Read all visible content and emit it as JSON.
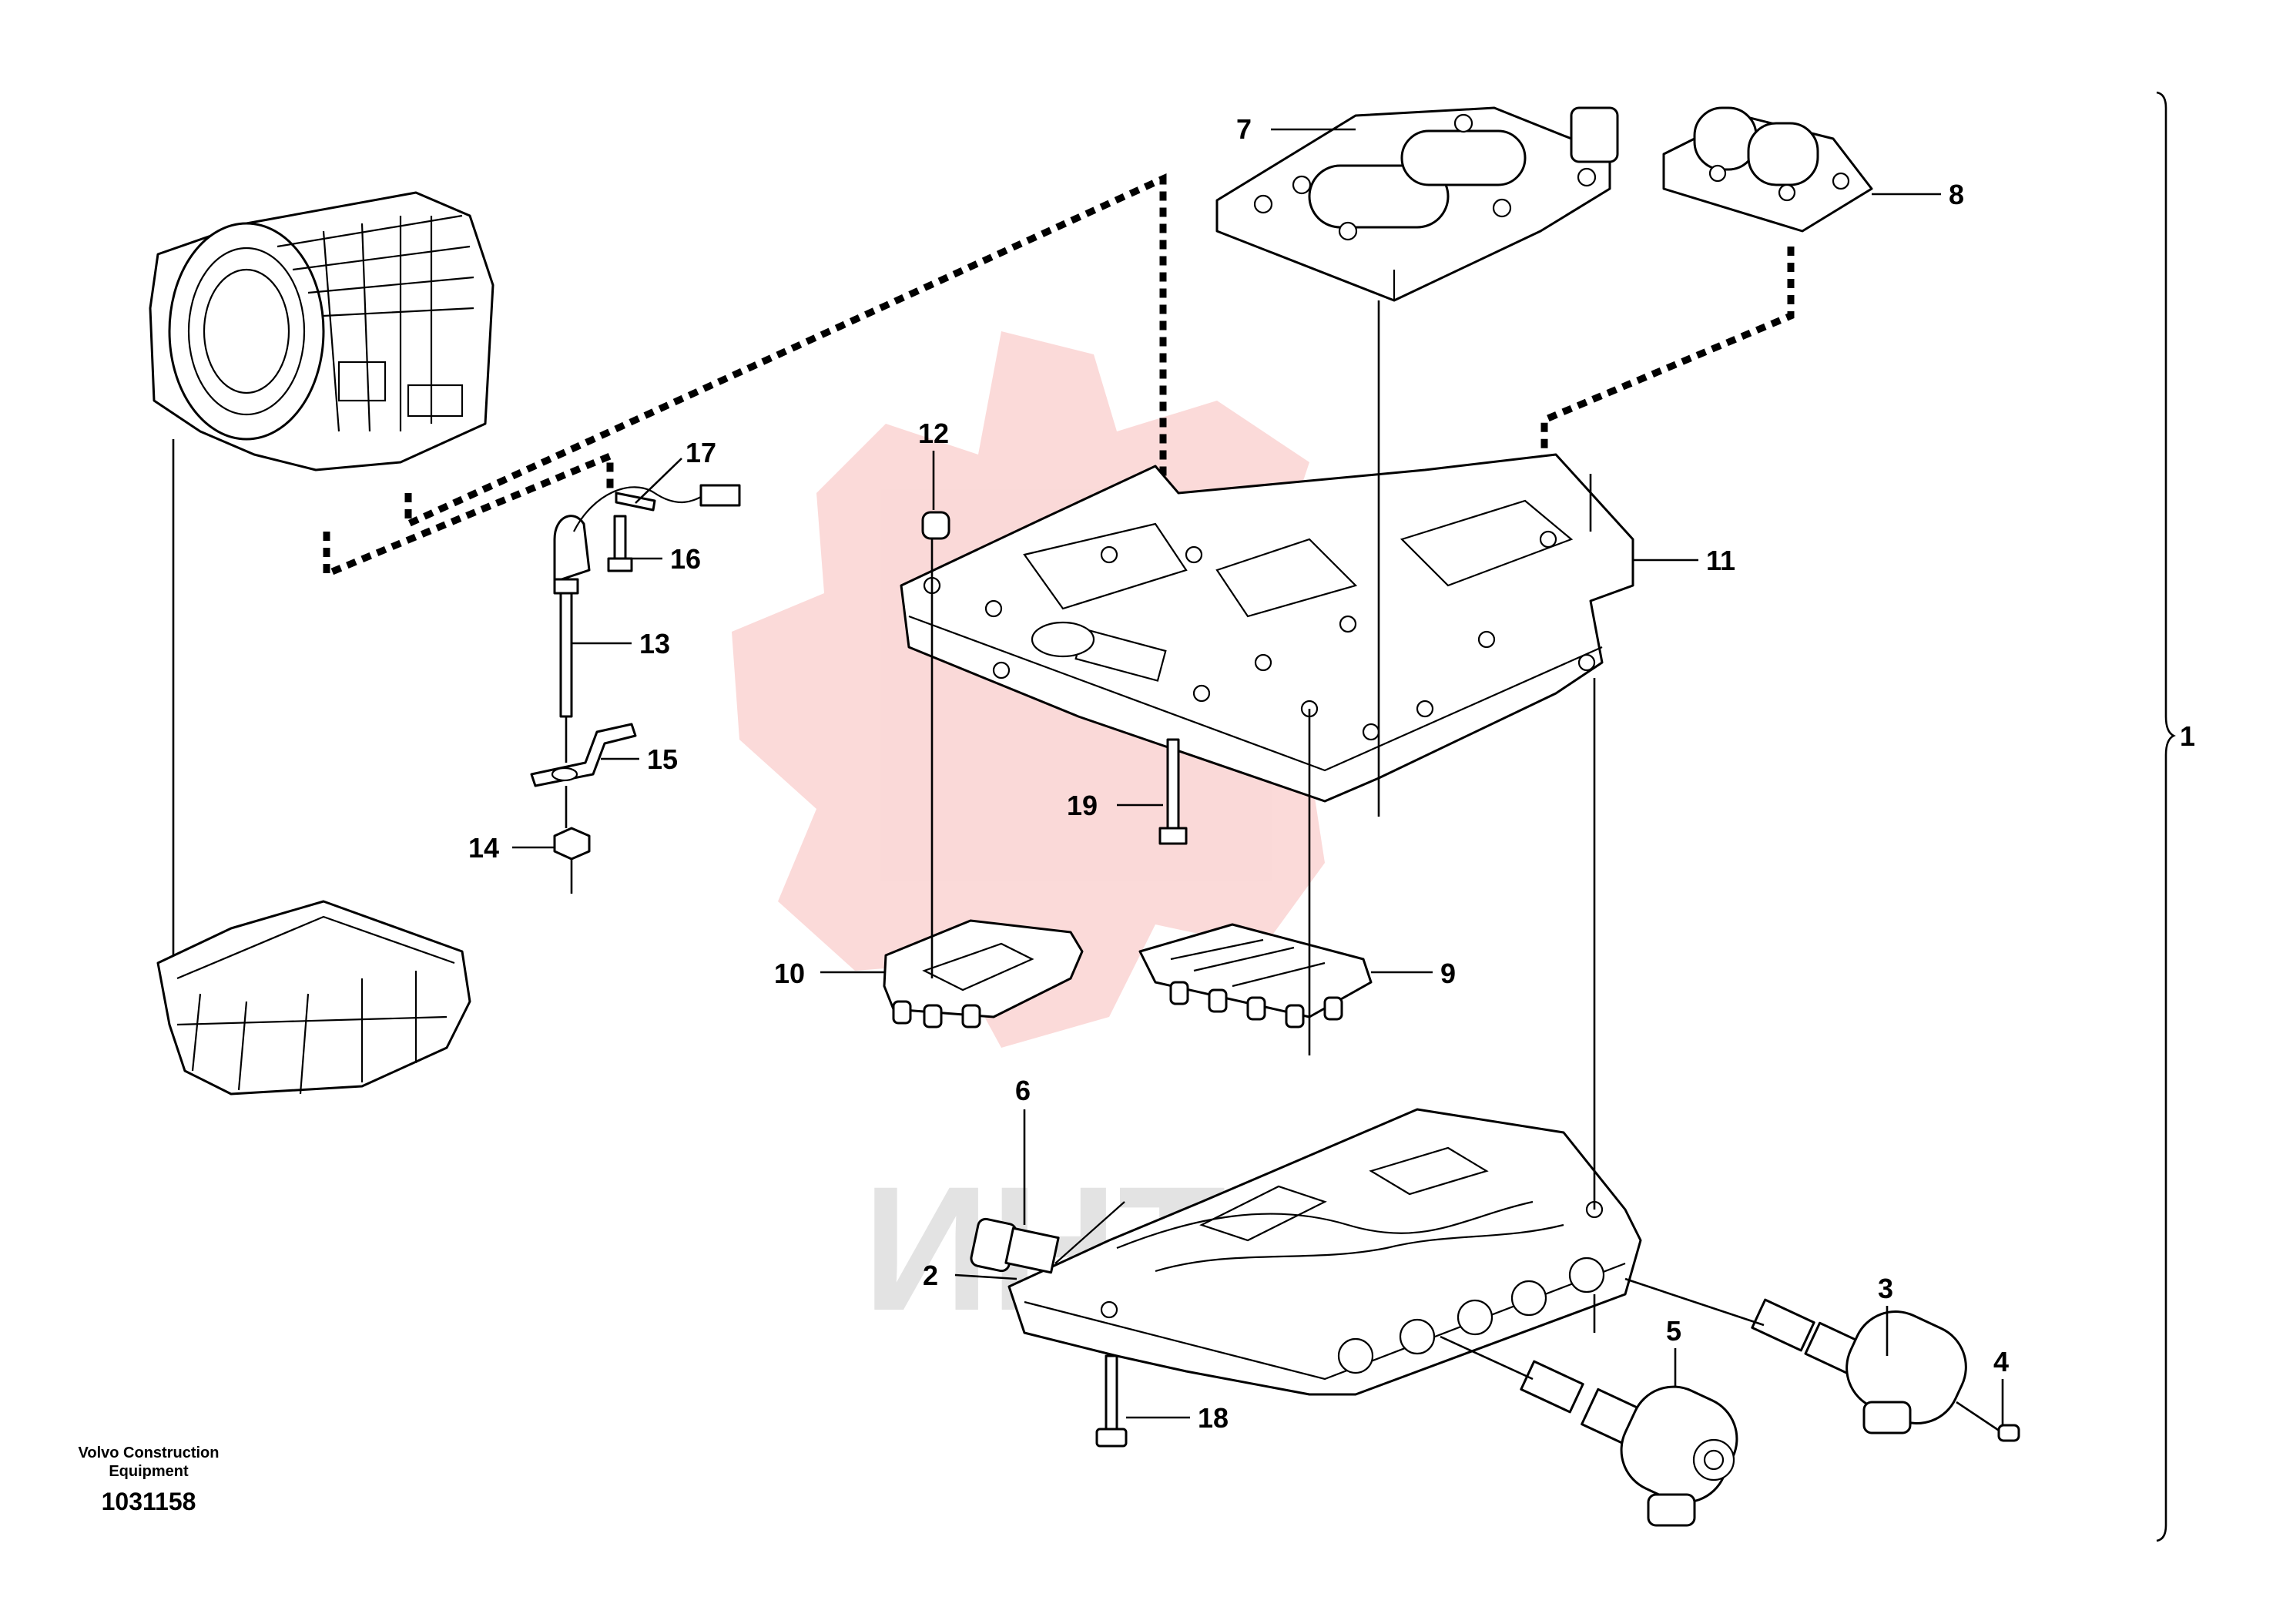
{
  "drawing": {
    "publisher_line1": "Volvo Construction",
    "publisher_line2": "Equipment",
    "drawing_number": "1031158"
  },
  "watermark": {
    "text": "ИНТЕХ",
    "color": "#e8332e"
  },
  "callouts": {
    "c1": "1",
    "c2": "2",
    "c3": "3",
    "c4": "4",
    "c5": "5",
    "c6": "6",
    "c7": "7",
    "c8": "8",
    "c9": "9",
    "c10": "10",
    "c11": "11",
    "c12": "12",
    "c13": "13",
    "c14": "14",
    "c15": "15",
    "c16": "16",
    "c17": "17",
    "c18": "18",
    "c19": "19"
  }
}
